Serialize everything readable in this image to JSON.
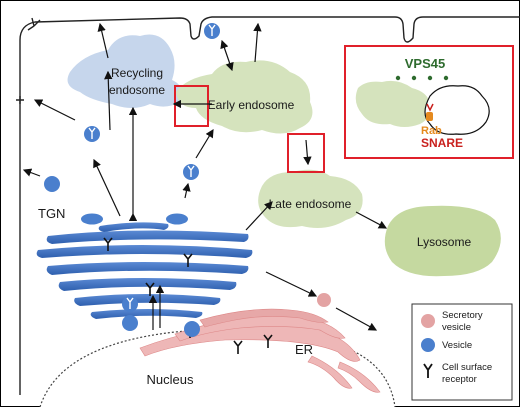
{
  "labels": {
    "recycling_endosome_1": "Recycling",
    "recycling_endosome_2": "endosome",
    "early_endosome": "Early endosome",
    "late_endosome": "Late endosome",
    "lysosome": "Lysosome",
    "tgn": "TGN",
    "er": "ER",
    "nucleus": "Nucleus"
  },
  "inset": {
    "title": "VPS45",
    "rab": "Rab",
    "snare": "SNARE"
  },
  "legend": {
    "items": [
      {
        "line1": "Secretory",
        "line2": "vesicle"
      },
      {
        "line1": "Vesicle",
        "line2": ""
      },
      {
        "line1": "Cell surface",
        "line2": "receptor"
      }
    ]
  },
  "colors": {
    "recycling_fill": "#c6d6ec",
    "early_late_fill": "#d5e3bd",
    "lysosome_fill": "#c5d9a0",
    "golgi_blue": "#3f74c4",
    "vesicle_blue": "#4a7fcd",
    "secretory_pink": "#e3a3a3",
    "er_pink": "#eeb7b7",
    "highlight_red": "#e0202a",
    "vps45_green": "#2e6b2e",
    "rab_orange": "#e58a1f",
    "snare_red": "#c9211e"
  }
}
